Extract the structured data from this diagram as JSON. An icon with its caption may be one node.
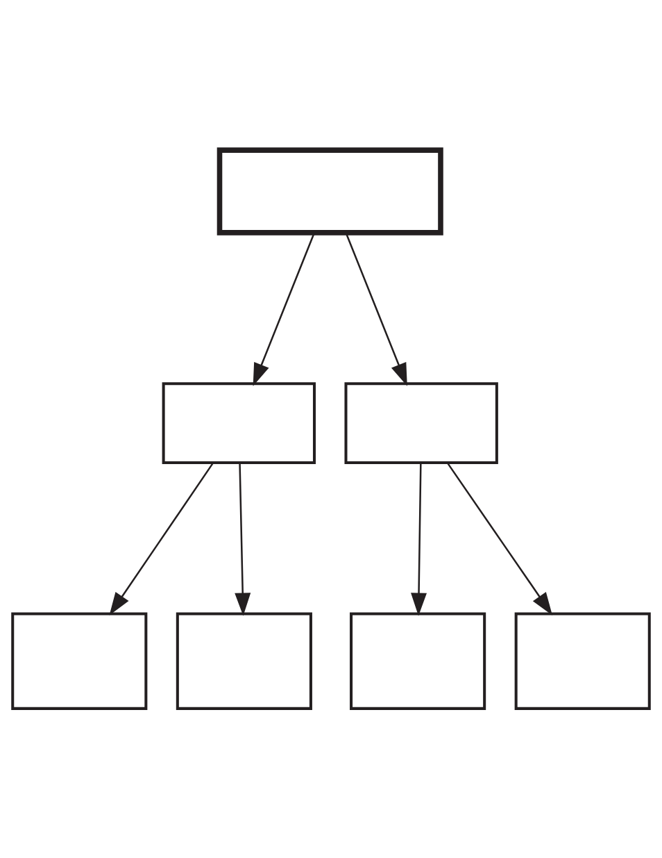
{
  "diagram": {
    "nodes": [
      {
        "text": [],
        "shape": "box"
      },
      {
        "text": [],
        "shape": "box"
      },
      {
        "text": [],
        "shape": "box"
      },
      {
        "text": [],
        "shape": "box"
      },
      {
        "text": [],
        "shape": "box"
      },
      {
        "text": [],
        "shape": "box"
      },
      {
        "text": [],
        "shape": "box"
      }
    ],
    "edges": [
      {
        "from": 0,
        "to": 1,
        "arrow": "to"
      },
      {
        "from": 0,
        "to": 2,
        "arrow": "to"
      },
      {
        "from": 1,
        "to": 3,
        "arrow": "to"
      },
      {
        "from": 1,
        "to": 4,
        "arrow": "to"
      },
      {
        "from": 2,
        "to": 5,
        "arrow": "to"
      },
      {
        "from": 2,
        "to": 6,
        "arrow": "to"
      }
    ]
  }
}
